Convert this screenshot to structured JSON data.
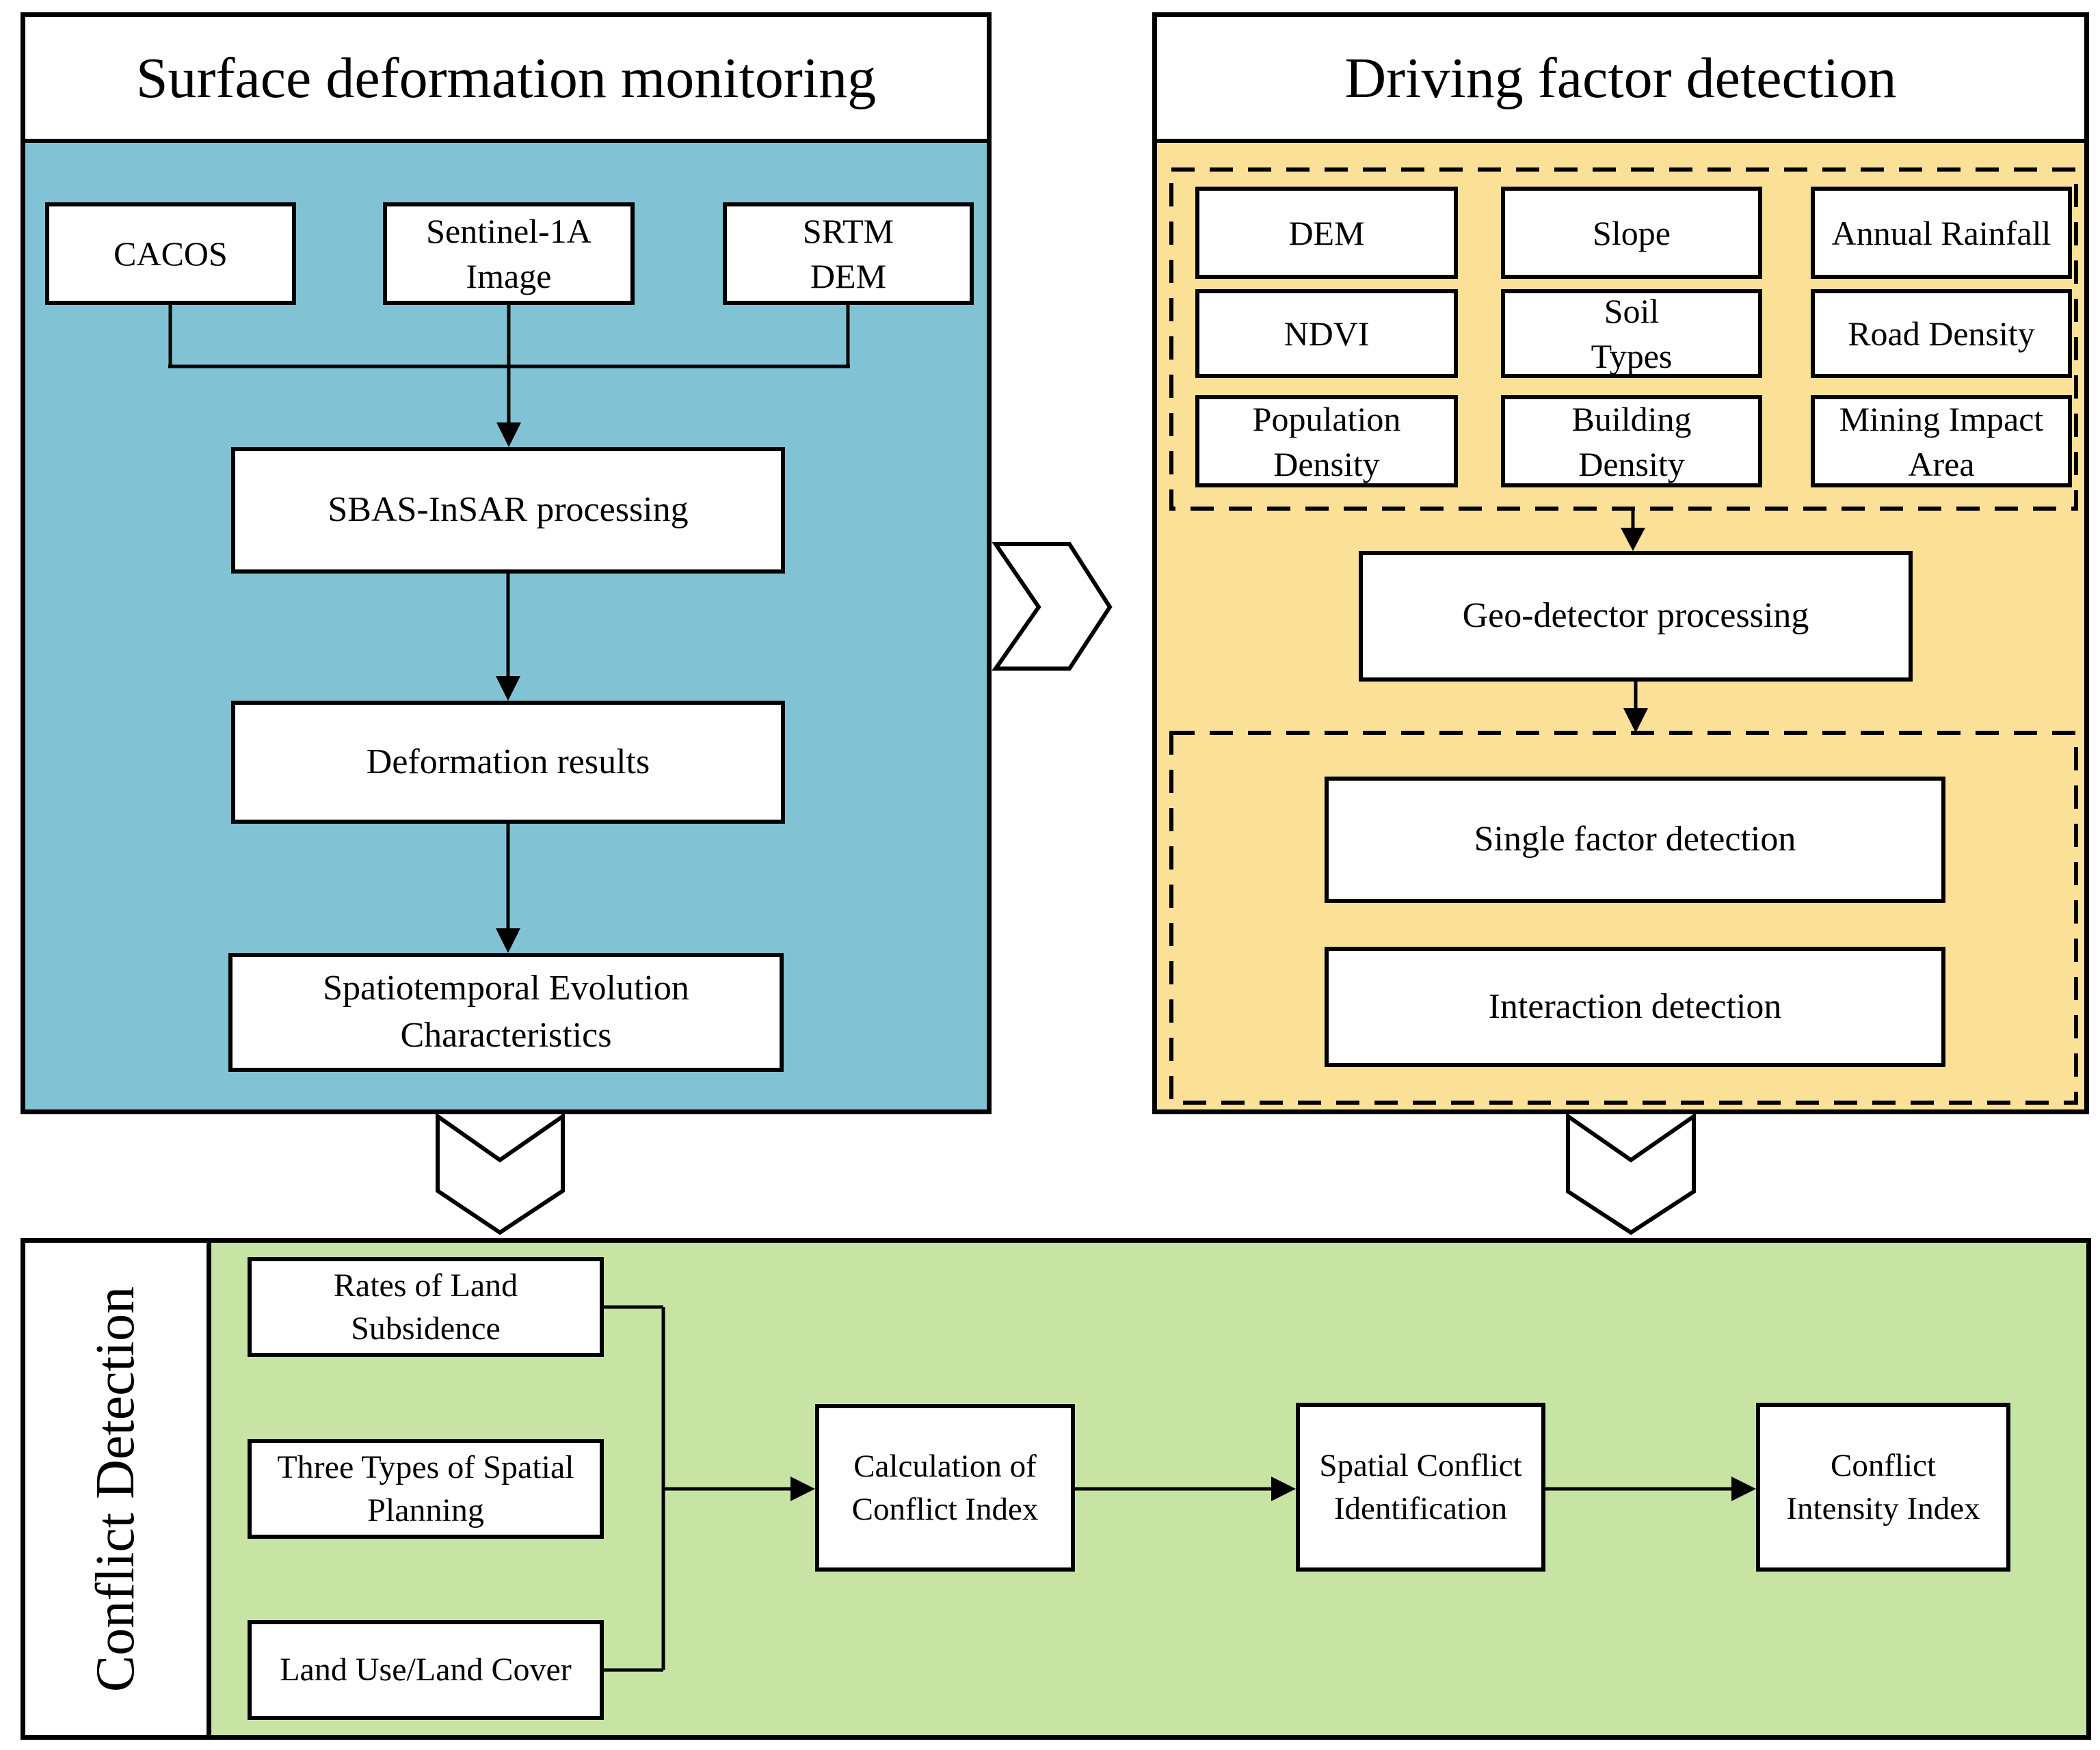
{
  "surface_panel": {
    "title": "Surface deformation monitoring",
    "accent_color": "#81C3D4",
    "inputs": {
      "cacos": "CACOS",
      "sentinel": [
        "Sentinel-1A",
        "Image"
      ],
      "srtm": [
        "SRTM",
        "DEM"
      ]
    },
    "steps": {
      "sbas": "SBAS-InSAR processing",
      "deformation": "Deformation results",
      "spatiotemporal": [
        "Spatiotemporal Evolution",
        "Characteristics"
      ]
    }
  },
  "driving_panel": {
    "title": "Driving factor detection",
    "accent_color": "#FBE098",
    "factors": [
      "DEM",
      "Slope",
      "Annual Rainfall",
      "NDVI",
      [
        "Soil",
        "Types"
      ],
      "Road Density",
      [
        "Population",
        "Density"
      ],
      [
        "Building",
        "Density"
      ],
      [
        "Mining Impact",
        "Area"
      ]
    ],
    "process": "Geo-detector processing",
    "detections": {
      "single": "Single factor detection",
      "interaction": "Interaction detection"
    }
  },
  "conflict_panel": {
    "label": "Conflict Detection",
    "accent_color": "#C7E4A5",
    "inputs": {
      "subsidence": [
        "Rates of Land",
        "Subsidence"
      ],
      "planning": [
        "Three Types of Spatial",
        "Planning"
      ],
      "landuse": "Land Use/Land Cover"
    },
    "steps": {
      "calculation": [
        "Calculation of",
        "Conflict Index"
      ],
      "identification": [
        "Spatial Conflict",
        "Identification"
      ],
      "intensity": [
        "Conflict",
        "Intensity Index"
      ]
    }
  }
}
